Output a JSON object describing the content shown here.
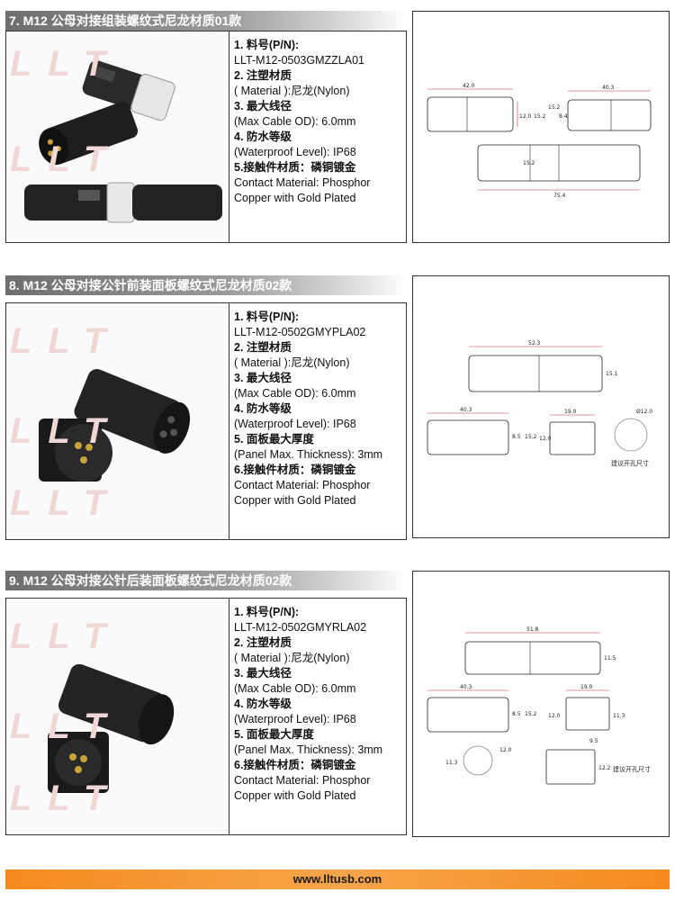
{
  "sections": [
    {
      "title": "7. M12 公母对接组装螺纹式尼龙材质01款",
      "specs": [
        {
          "label": "1. 料号(P/N):",
          "value": "LLT-M12-0503GMZZLA01"
        },
        {
          "label": "2. 注塑材质",
          "value": "( Material ):尼龙(Nylon)"
        },
        {
          "label": "3. 最大线径",
          "value": "(Max Cable OD): 6.0mm"
        },
        {
          "label": "4. 防水等级",
          "value": "(Waterproof Level): IP68"
        }
      ],
      "contact": {
        "label": "5.接触件材质：磷铜镀金",
        "line1": "Contact Material: Phosphor",
        "line2": "Copper with Gold Plated"
      },
      "dims": {
        "a": "42.0",
        "b": "12.0",
        "c": "15.2",
        "d": "40.3",
        "e": "15.2",
        "f": "8.4",
        "g": "15.2",
        "h": "75.4"
      }
    },
    {
      "title": "8. M12 公母对接公针前装面板螺纹式尼龙材质02款",
      "specs": [
        {
          "label": "1. 料号(P/N):",
          "value": "LLT-M12-0502GMYPLA02"
        },
        {
          "label": "2. 注塑材质",
          "value": "( Material ):尼龙(Nylon)"
        },
        {
          "label": "3. 最大线径",
          "value": "(Max Cable OD): 6.0mm"
        },
        {
          "label": "4. 防水等级",
          "value": "(Waterproof Level): IP68"
        },
        {
          "label": "5. 面板最大厚度",
          "value": "(Panel Max. Thickness): 3mm"
        }
      ],
      "contact": {
        "label": "6.接触件材质：磷铜镀金",
        "line1": "Contact Material: Phosphor",
        "line2": "Copper with Gold Plated"
      },
      "dims": {
        "a": "52.3",
        "b": "15.1",
        "c": "40.3",
        "d": "8.5",
        "e": "15.2",
        "f": "19.0",
        "g": "12.0",
        "h": "Ø12.0"
      },
      "note": "建议开孔尺寸"
    },
    {
      "title": "9.  M12 公母对接公针后装面板螺纹式尼龙材质02款",
      "specs": [
        {
          "label": "1. 料号(P/N):",
          "value": "LLT-M12-0502GMYRLA02"
        },
        {
          "label": "2. 注塑材质",
          "value": "( Material ):尼龙(Nylon)"
        },
        {
          "label": "3. 最大线径",
          "value": "(Max Cable OD): 6.0mm"
        },
        {
          "label": "4. 防水等级",
          "value": "(Waterproof Level): IP68"
        },
        {
          "label": "5. 面板最大厚度",
          "value": "(Panel Max. Thickness): 3mm"
        }
      ],
      "contact": {
        "label": "6.接触件材质：磷铜镀金",
        "line1": "Contact Material: Phosphor",
        "line2": "Copper with Gold Plated"
      },
      "dims": {
        "a": "51.8",
        "b": "11.5",
        "c": "40.3",
        "d": "8.5",
        "e": "15.2",
        "f": "19.0",
        "g": "12.0",
        "h": "11.3",
        "i": "9.5",
        "j": "12.0",
        "k": "11.3",
        "l": "12.2"
      },
      "note": "建议开孔尺寸"
    }
  ],
  "watermark": "LLT",
  "footer": "www.lltusb.com",
  "colors": {
    "footer": "#f58a1f",
    "title_bar": "#7a7a7a",
    "watermark": "#f1d6d6"
  }
}
